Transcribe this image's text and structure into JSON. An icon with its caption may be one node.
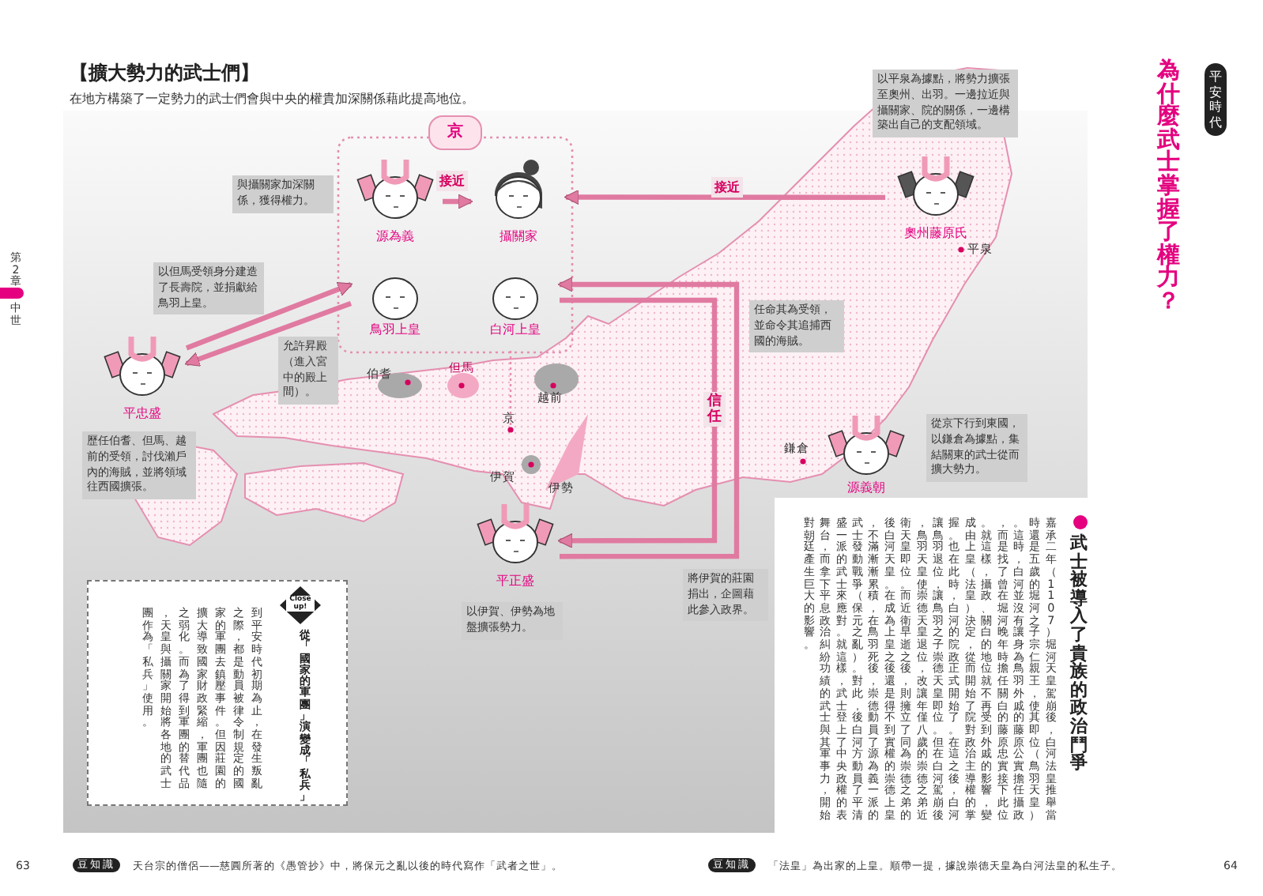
{
  "diagram": {
    "title": "為什麼武士掌握了權力？",
    "nodes": [
      {
        "text": [
          "京"
        ]
      },
      {
        "text": [
          "源為義"
        ],
        "in": 0,
        "beside": [
          "與攝關家加深關係，獲得權力。"
        ]
      },
      {
        "text": [
          "攝關家"
        ],
        "in": 0
      },
      {
        "text": [
          "鳥羽上皇"
        ],
        "in": 0
      },
      {
        "text": [
          "白河上皇"
        ],
        "in": 0
      },
      {
        "text": [
          "平忠盛"
        ],
        "beside": [
          "以但馬受領身分建造了長壽院，並捐獻給鳥羽上皇。",
          "歷任伯耆、但馬、越前的受領，討伐瀨戶內的海賊，並將領域往西國擴張。"
        ]
      },
      {
        "text": [
          "奧州藤原氏"
        ],
        "beside": [
          "以平泉為據點，將勢力擴張至奧州、出羽。一邊拉近與攝關家、院的關係，一邊構築出自己的支配領域。"
        ]
      },
      {
        "text": [
          "源義朝"
        ],
        "beside": [
          "從京下行到東國，以鎌倉為據點，集結關東的武士從而擴大勢力。"
        ]
      },
      {
        "text": [
          "平正盛"
        ],
        "beside": [
          "以伊賀、伊勢為地盤擴張勢力。"
        ]
      }
    ],
    "edges": [
      {
        "from": 1,
        "to": 2,
        "arrow": "to",
        "label": "接近"
      },
      {
        "from": 6,
        "to": 2,
        "arrow": "to",
        "label": "接近"
      },
      {
        "from": 5,
        "to": 3,
        "arrow": "to"
      },
      {
        "from": 3,
        "to": 5,
        "arrow": "to",
        "label": "允許昇殿（進入宮中的殿上間）。"
      },
      {
        "from": 4,
        "to": 8,
        "arrow": "to",
        "label": "信任"
      },
      {
        "from": 8,
        "to": 4,
        "arrow": "to"
      }
    ],
    "labels": [
      "平安時代",
      "【擴大勢力的武士們】",
      "在地方構築了一定勢力的武士們會與中央的權貴加深關係藉此提高地位。",
      "第2章",
      "中世",
      "伯耆",
      "但馬",
      "越前",
      "京",
      "平泉",
      "任命其為受領，並命令其追捕西國的海賊。",
      "鎌倉",
      "伊賀",
      "伊勢",
      "將伊賀的莊園捐出，企圖藉此參入政界。",
      "Close up!",
      "從「國家的軍團」演變成「私兵」",
      "到平安時代初期為止，在發生叛亂之際，都是動員被律令制規定的國家的軍團去鎮壓事件。但因莊園的擴大導致國家財政緊縮，軍團也隨之弱化。而為了得到軍團的替代品，天皇與攝關家開始將各地的武士團作為「私兵」使用。",
      "武士被導入了貴族的政治鬥爭",
      "嘉承二年（1107）堀河天皇駕崩後，白河法皇推舉當時還是五歲的堀河之子宗仁親王，使其即位（鳥羽天皇）。這時，白河並沒有讓身為鳥羽外戚的藤原公實擔任攝政，而是找了曾在堀河晚年時擔任關白的藤原忠實接下此位。就這樣，攝政、關白的地位就不再受到外戚的影響，變成由上皇（法皇）決定，從而開始了院對政治主導權的掌握。也在此時，白河的院政正式開始了。在這之後，白河讓鳥羽退位，讓鳥羽之子崇德天皇即位。但在白河駕崩後，鳥羽天皇使崇德天皇退位，改讓年僅八歲的崇德之弟近衛天皇即位。而近衛早逝之後，則擁立了同為崇德之弟的後白河天皇。在成為上皇之後還是得不到實權的崇德上皇，不滿漸漸累積，在鳥羽死後，崇德動員了源為義一派的武士發動戰爭（保元之亂）。對此，後白河方動員了平清盛一派的武士來應對。就這樣，武士登上了中央政權的表舞台，而拿下平息政治糾紛功績的武士與其軍事力，開始對朝廷產生巨大的影響。",
      "63",
      "豆知識",
      "天台宗的僧侶——慈圓所著的《愚管抄》中，將保元之亂以後的時代寫作「武者之世」。",
      "豆知識",
      "「法皇」為出家的上皇。順帶一提，據說崇德天皇為白河法皇的私生子。",
      "64"
    ]
  }
}
